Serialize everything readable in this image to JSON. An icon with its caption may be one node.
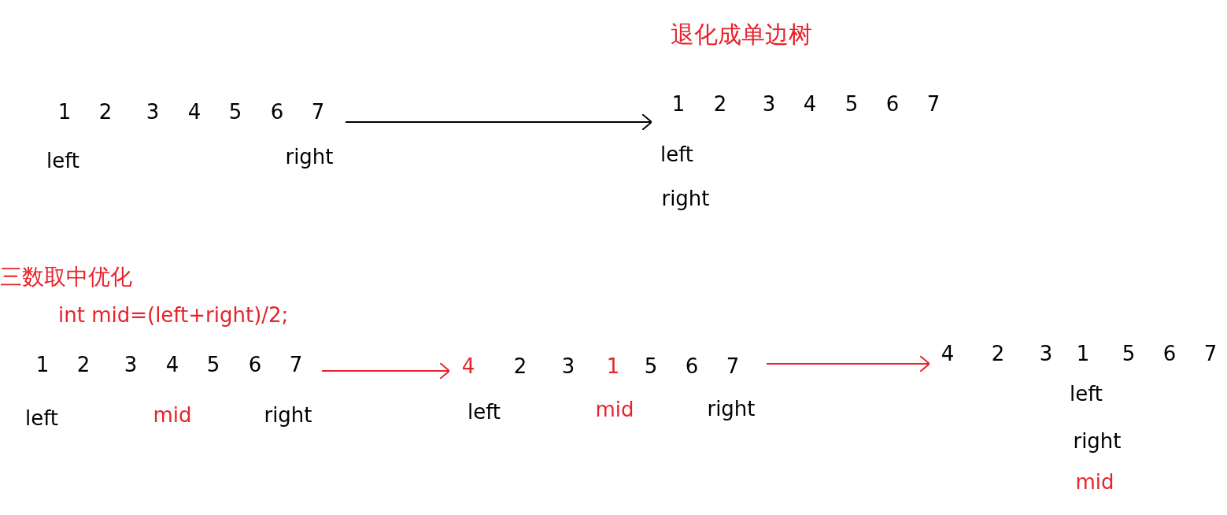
{
  "diagram": {
    "nodes": [
      {
        "text": [
          "1",
          "2",
          "3",
          "4",
          "5",
          "6",
          "7"
        ],
        "beside": [
          "left",
          "right"
        ]
      },
      {
        "text": [
          "1",
          "2",
          "3",
          "4",
          "5",
          "6",
          "7"
        ],
        "beside": [
          "left",
          "right"
        ]
      },
      {
        "text": [
          "1",
          "2",
          "3",
          "4",
          "5",
          "6",
          "7"
        ],
        "beside": [
          "left",
          "mid",
          "right"
        ]
      },
      {
        "text": [
          "4",
          "2",
          "3",
          "1",
          "5",
          "6",
          "7"
        ],
        "beside": [
          "left",
          "mid",
          "right"
        ]
      },
      {
        "text": [
          "4",
          "2",
          "3",
          "1",
          "5",
          "6",
          "7"
        ],
        "beside": [
          "left",
          "right",
          "mid"
        ]
      }
    ],
    "edges": [
      {
        "from": 0,
        "to": 1,
        "arrow": "to",
        "color": "#000000"
      },
      {
        "from": 2,
        "to": 3,
        "arrow": "to"
      },
      {
        "from": 3,
        "to": 4,
        "arrow": "to"
      }
    ],
    "labels": [
      "退化成单边树",
      "三数取中优化",
      "int mid=(left+right)/2;"
    ]
  }
}
